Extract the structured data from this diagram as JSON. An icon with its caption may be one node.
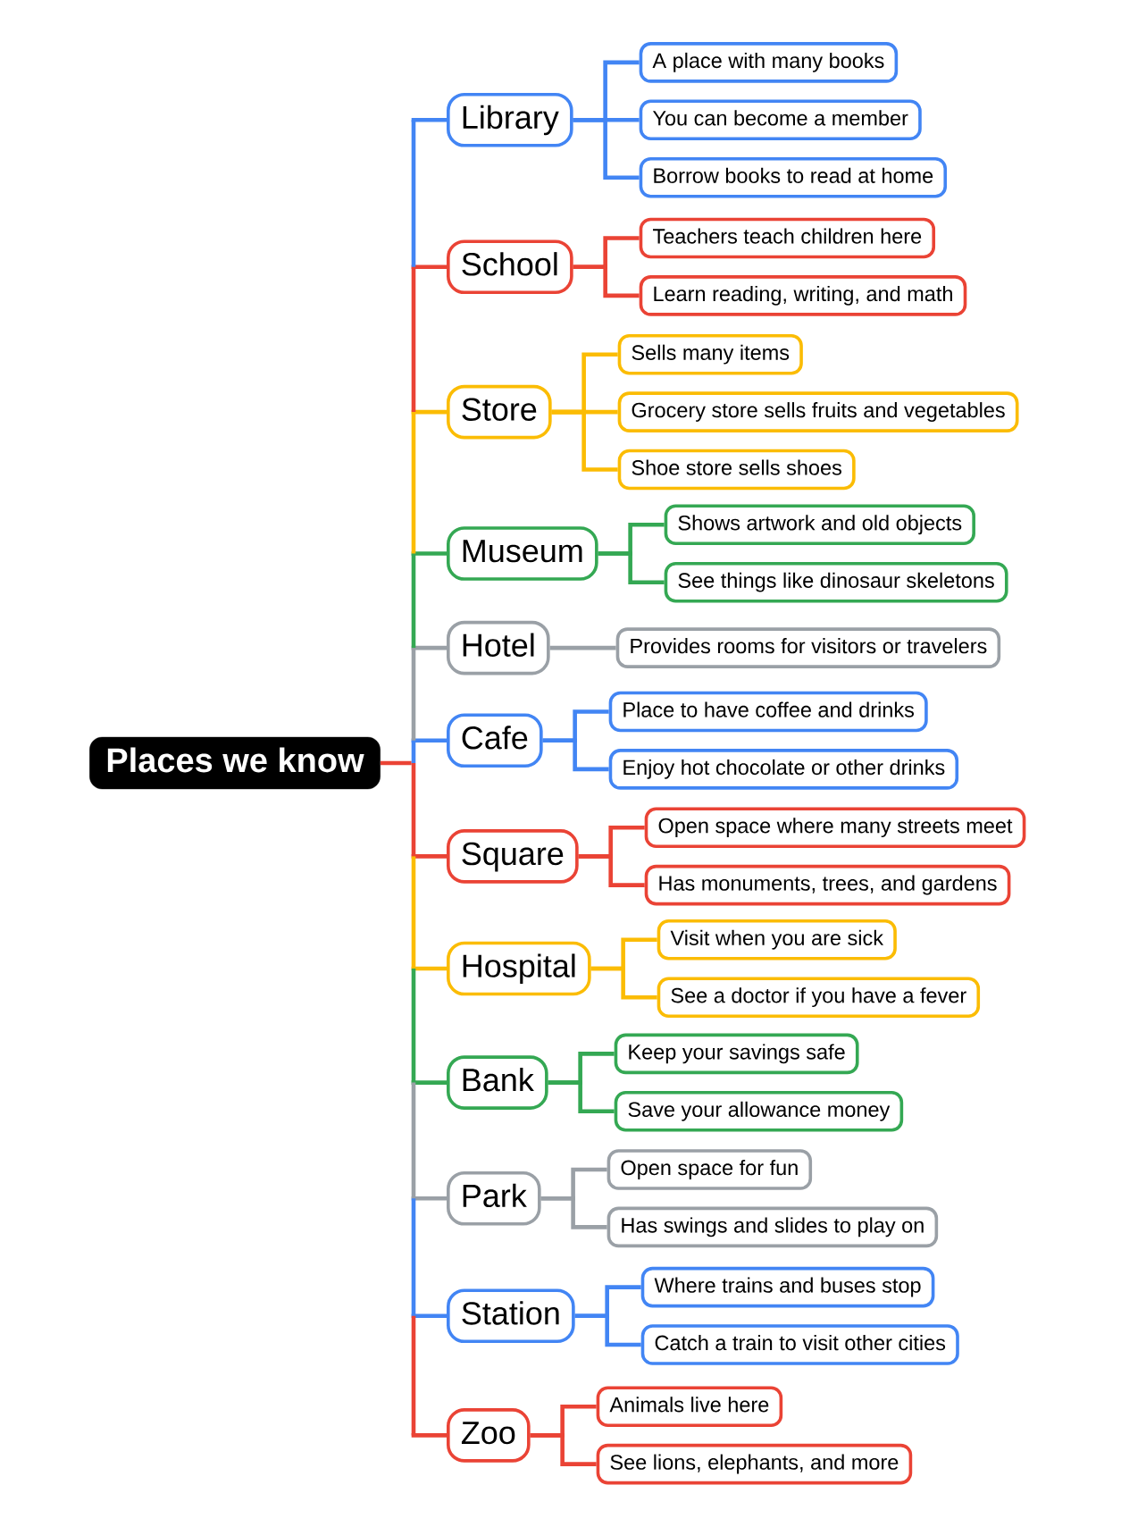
{
  "diagram": {
    "nodes": [
      {
        "text": [
          "Places we know"
        ]
      },
      {
        "text": [
          "Library"
        ]
      },
      {
        "text": [
          "A place with many books"
        ]
      },
      {
        "text": [
          "You can become a member"
        ]
      },
      {
        "text": [
          "Borrow books to read at home"
        ]
      },
      {
        "text": [
          "School"
        ]
      },
      {
        "text": [
          "Teachers teach children here"
        ]
      },
      {
        "text": [
          "Learn reading, writing, and math"
        ]
      },
      {
        "text": [
          "Store"
        ]
      },
      {
        "text": [
          "Sells many items"
        ]
      },
      {
        "text": [
          "Grocery store sells fruits and vegetables"
        ]
      },
      {
        "text": [
          "Shoe store sells shoes"
        ]
      },
      {
        "text": [
          "Museum"
        ]
      },
      {
        "text": [
          "Shows artwork and old objects"
        ]
      },
      {
        "text": [
          "See things like dinosaur skeletons"
        ]
      },
      {
        "text": [
          "Hotel"
        ]
      },
      {
        "text": [
          "Provides rooms for visitors or travelers"
        ]
      },
      {
        "text": [
          "Cafe"
        ]
      },
      {
        "text": [
          "Place to have coffee and drinks"
        ]
      },
      {
        "text": [
          "Enjoy hot chocolate or other drinks"
        ]
      },
      {
        "text": [
          "Square"
        ]
      },
      {
        "text": [
          "Open space where many streets meet"
        ]
      },
      {
        "text": [
          "Has monuments, trees, and gardens"
        ]
      },
      {
        "text": [
          "Hospital"
        ]
      },
      {
        "text": [
          "Visit when you are sick"
        ]
      },
      {
        "text": [
          "See a doctor if you have a fever"
        ]
      },
      {
        "text": [
          "Bank"
        ]
      },
      {
        "text": [
          "Keep your savings safe"
        ]
      },
      {
        "text": [
          "Save your allowance money"
        ]
      },
      {
        "text": [
          "Park"
        ]
      },
      {
        "text": [
          "Open space for fun"
        ]
      },
      {
        "text": [
          "Has swings and slides to play on"
        ]
      },
      {
        "text": [
          "Station"
        ]
      },
      {
        "text": [
          "Where trains and buses stop"
        ]
      },
      {
        "text": [
          "Catch a train to visit other cities"
        ]
      },
      {
        "text": [
          "Zoo"
        ]
      },
      {
        "text": [
          "Animals live here"
        ]
      },
      {
        "text": [
          "See lions, elephants, and more"
        ]
      }
    ],
    "edges": [
      {
        "from": 0,
        "to": 1,
        "arrow": "none",
        "color": "#4285f4"
      },
      {
        "from": 1,
        "to": 2,
        "arrow": "none",
        "color": "#4285f4"
      },
      {
        "from": 1,
        "to": 3,
        "arrow": "none",
        "color": "#4285f4"
      },
      {
        "from": 1,
        "to": 4,
        "arrow": "none",
        "color": "#4285f4"
      },
      {
        "from": 0,
        "to": 5,
        "arrow": "none",
        "color": "#ea4335"
      },
      {
        "from": 5,
        "to": 6,
        "arrow": "none",
        "color": "#ea4335"
      },
      {
        "from": 5,
        "to": 7,
        "arrow": "none",
        "color": "#ea4335"
      },
      {
        "from": 0,
        "to": 8,
        "arrow": "none",
        "color": "#fbbc04"
      },
      {
        "from": 8,
        "to": 9,
        "arrow": "none",
        "color": "#fbbc04"
      },
      {
        "from": 8,
        "to": 10,
        "arrow": "none",
        "color": "#fbbc04"
      },
      {
        "from": 8,
        "to": 11,
        "arrow": "none",
        "color": "#fbbc04"
      },
      {
        "from": 0,
        "to": 12,
        "arrow": "none",
        "color": "#34a853"
      },
      {
        "from": 12,
        "to": 13,
        "arrow": "none",
        "color": "#34a853"
      },
      {
        "from": 12,
        "to": 14,
        "arrow": "none",
        "color": "#34a853"
      },
      {
        "from": 0,
        "to": 15,
        "arrow": "none",
        "color": "#9aa0a6"
      },
      {
        "from": 15,
        "to": 16,
        "arrow": "none",
        "color": "#9aa0a6"
      },
      {
        "from": 0,
        "to": 17,
        "arrow": "none",
        "color": "#4285f4"
      },
      {
        "from": 17,
        "to": 18,
        "arrow": "none",
        "color": "#4285f4"
      },
      {
        "from": 17,
        "to": 19,
        "arrow": "none",
        "color": "#4285f4"
      },
      {
        "from": 0,
        "to": 20,
        "arrow": "none",
        "color": "#ea4335"
      },
      {
        "from": 20,
        "to": 21,
        "arrow": "none",
        "color": "#ea4335"
      },
      {
        "from": 20,
        "to": 22,
        "arrow": "none",
        "color": "#ea4335"
      },
      {
        "from": 0,
        "to": 23,
        "arrow": "none",
        "color": "#fbbc04"
      },
      {
        "from": 23,
        "to": 24,
        "arrow": "none",
        "color": "#fbbc04"
      },
      {
        "from": 23,
        "to": 25,
        "arrow": "none",
        "color": "#fbbc04"
      },
      {
        "from": 0,
        "to": 26,
        "arrow": "none",
        "color": "#34a853"
      },
      {
        "from": 26,
        "to": 27,
        "arrow": "none",
        "color": "#34a853"
      },
      {
        "from": 26,
        "to": 28,
        "arrow": "none",
        "color": "#34a853"
      },
      {
        "from": 0,
        "to": 29,
        "arrow": "none",
        "color": "#9aa0a6"
      },
      {
        "from": 29,
        "to": 30,
        "arrow": "none",
        "color": "#9aa0a6"
      },
      {
        "from": 29,
        "to": 31,
        "arrow": "none",
        "color": "#9aa0a6"
      },
      {
        "from": 0,
        "to": 32,
        "arrow": "none",
        "color": "#4285f4"
      },
      {
        "from": 32,
        "to": 33,
        "arrow": "none",
        "color": "#4285f4"
      },
      {
        "from": 32,
        "to": 34,
        "arrow": "none",
        "color": "#4285f4"
      },
      {
        "from": 0,
        "to": 35,
        "arrow": "none",
        "color": "#ea4335"
      },
      {
        "from": 35,
        "to": 36,
        "arrow": "none",
        "color": "#ea4335"
      },
      {
        "from": 35,
        "to": 37,
        "arrow": "none",
        "color": "#ea4335"
      }
    ]
  }
}
